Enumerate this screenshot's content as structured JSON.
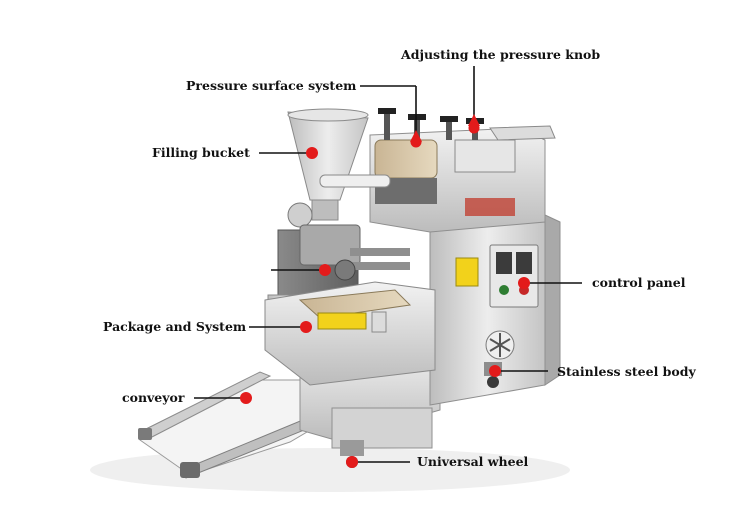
{
  "labels": {
    "adjusting_knob": "Adjusting the pressure knob",
    "pressure_surface": "Pressure surface system",
    "filling_bucket": "Filling bucket",
    "control_panel": "control panel",
    "package_system": "Package and System",
    "stainless_body": "Stainless steel body",
    "conveyor": "conveyor",
    "universal_wheel": "Universal wheel"
  },
  "colors": {
    "marker": "#e31b1b",
    "leader_line": "#111111",
    "steel": "#d9d9d9",
    "warning_label": "#f2d21b"
  }
}
